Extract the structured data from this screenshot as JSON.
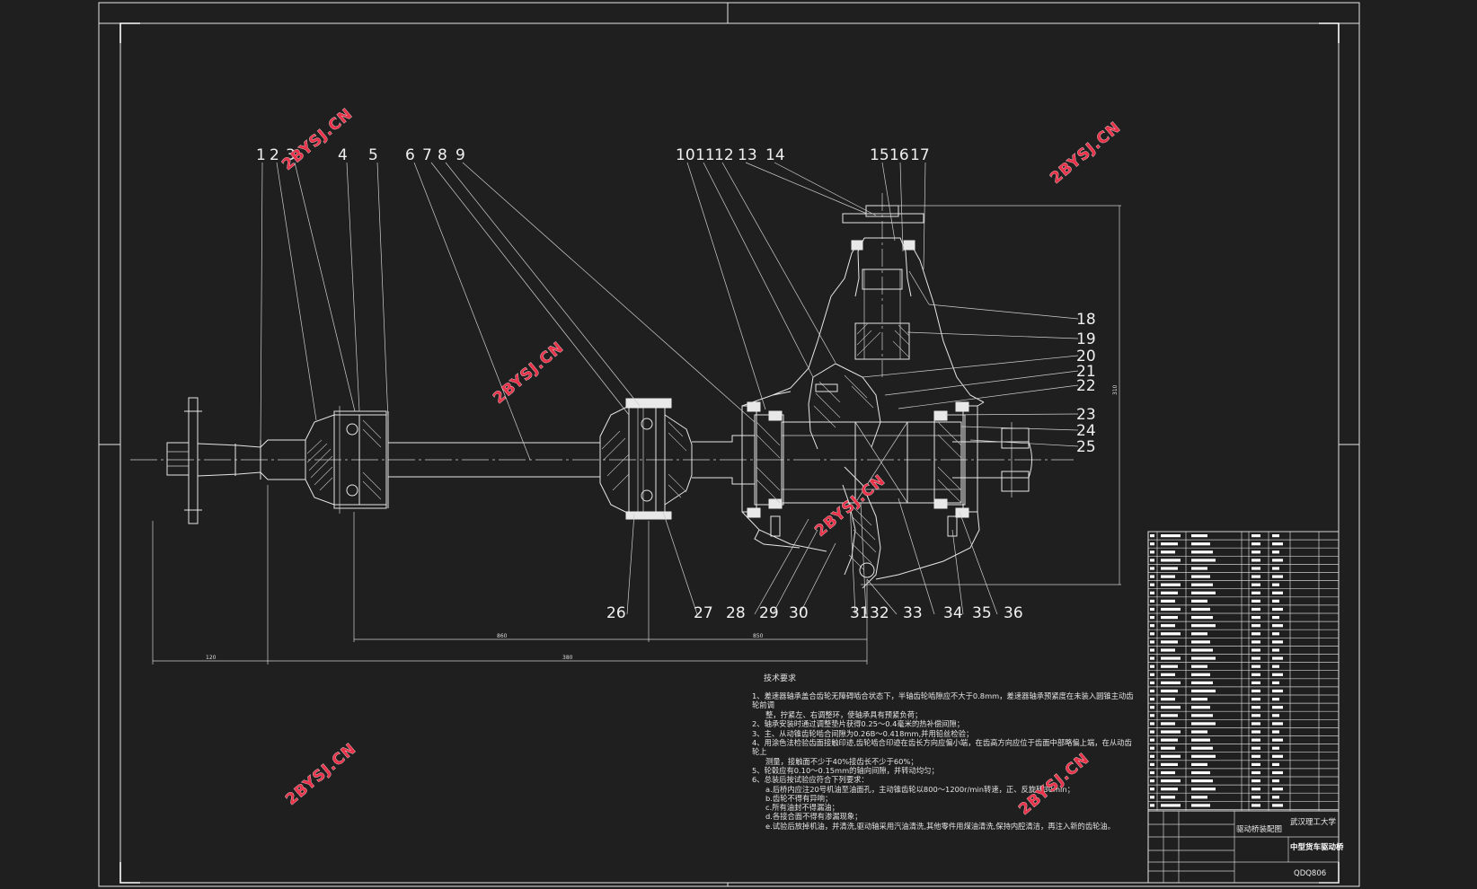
{
  "drawing": {
    "part_numbers": [
      "1",
      "2",
      "3",
      "4",
      "5",
      "6",
      "7",
      "8",
      "9",
      "10",
      "11",
      "12",
      "13",
      "14",
      "15",
      "16",
      "17",
      "18",
      "19",
      "20",
      "21",
      "22",
      "23",
      "24",
      "25",
      "26",
      "27",
      "28",
      "29",
      "30",
      "31",
      "32",
      "33",
      "34",
      "35",
      "36"
    ],
    "dimensions": {
      "d120": "120",
      "d860": "860",
      "d850": "850",
      "d380": "380",
      "d310": "310"
    }
  },
  "watermark": "2BYSJ.CN",
  "notes": {
    "title": "技术要求",
    "lines": [
      "1、差速器轴承盖合齿轮无障碍啮合状态下，半轴齿轮啮隙应不大于0.8mm，差速器轴承预紧度在未装入圆锥主动齿",
      "轮前调",
      "整，拧紧左、右调整环，使轴承具有预紧负荷；",
      "2、轴承安装时通过调整垫片获得0.25～0.4毫米的热补偿间隙；",
      "3、主、从动锥齿轮啮合间隙为0.26B～0.418mm,并用铅丝检验；",
      "4、用涂色法检验齿面接触印迹,齿轮啮合印迹在齿长方向应偏小端，在齿高方向应位于齿面中部略偏上端，在从动齿",
      "轮上",
      "测量，接触面不少于40%接齿长不少于60%；",
      "5、轮毂应有0.10～0.15mm的轴向间隙，并转动均匀；",
      "6、总装后按试验应符合下列要求：",
      "a.后桥内应注20号机油至油面孔，主动锥齿轮以800～1200r/min转速，正、反旋转30min；",
      "b.齿轮不得有异响；",
      "c.所有油封不得漏油；",
      "d.各接合面不得有渗漏现象；",
      "e.试验后放掉机油，并清洗,驱动轴采用汽油清洗,其他零件用煤油清洗,保持内腔清洁，再注入新的齿轮油。"
    ]
  },
  "title_block": {
    "university": "武汉理工大学",
    "assembly": "驱动桥装配图",
    "product": "中型货车驱动桥",
    "code": "QDQ806"
  }
}
